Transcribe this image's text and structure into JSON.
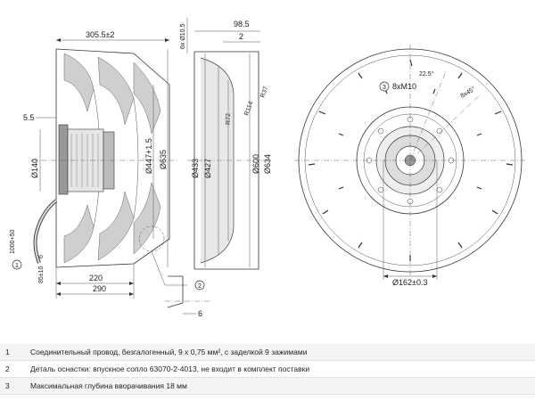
{
  "dims": {
    "d1": "305.5±2",
    "d2": "5.5",
    "d3": "Ø140",
    "d4": "Ø447+1.5",
    "d5": "Ø635",
    "d6": "1000+50",
    "d7": "85±10",
    "d8": "6",
    "d9": "220",
    "d10": "290",
    "d11": "6",
    "d12": "6x Ø10.5",
    "d13": "98.5",
    "d14": "2",
    "d15": "R37",
    "d16": "R114",
    "d17": "R72",
    "d18": "Ø433",
    "d19": "Ø427",
    "d20": "Ø600",
    "d21": "Ø634",
    "d22": "22.5°",
    "d23": "8xM10",
    "d24": "8x45°",
    "d25": "Ø162±0.3"
  },
  "callouts": {
    "c1": "1",
    "c2": "2",
    "c3": "3"
  },
  "notes": [
    {
      "num": "1",
      "text": "Соединительный провод, безгалогенный, 9 x 0,75 мм², с заделкой 9 зажимами"
    },
    {
      "num": "2",
      "text": "Деталь оснастки: впускное сопло 63070-2-4013, не входит в комплект поставки"
    },
    {
      "num": "3",
      "text": "Максимальная глубина вворачивания 18 мм"
    }
  ]
}
